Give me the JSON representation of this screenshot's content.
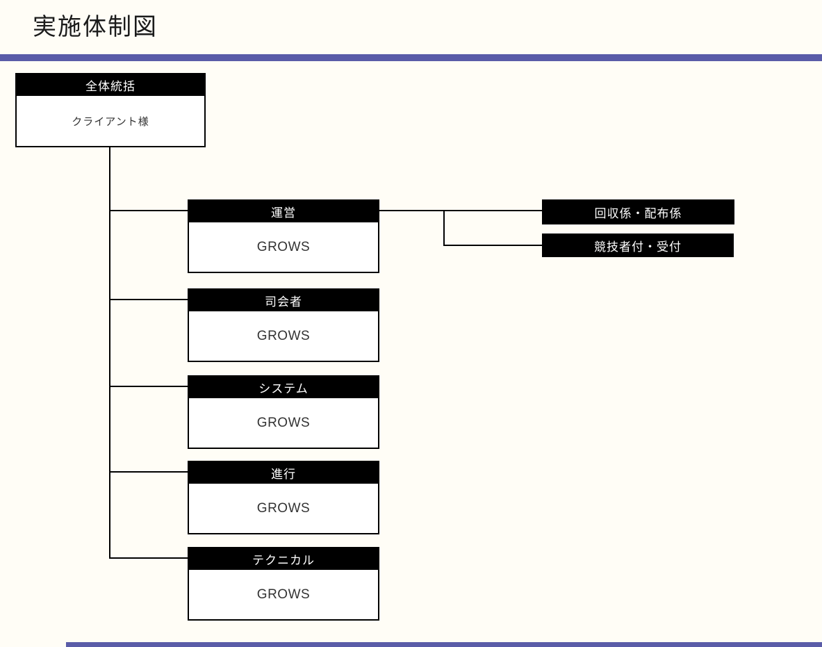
{
  "page": {
    "title": "実施体制図"
  },
  "colors": {
    "accent": "#5a5ca8",
    "box_header_bg": "#000000",
    "box_header_text": "#ffffff",
    "box_body_bg": "#ffffff",
    "box_body_text": "#333333",
    "background": "#fffdf6"
  },
  "chart": {
    "type": "org-chart",
    "root": {
      "header": "全体統括",
      "body": "クライアント様"
    },
    "departments": [
      {
        "header": "運営",
        "body": "GROWS"
      },
      {
        "header": "司会者",
        "body": "GROWS"
      },
      {
        "header": "システム",
        "body": "GROWS"
      },
      {
        "header": "進行",
        "body": "GROWS"
      },
      {
        "header": "テクニカル",
        "body": "GROWS"
      }
    ],
    "sub_roles": [
      {
        "label": "回収係・配布係",
        "parent": "運営"
      },
      {
        "label": "競技者付・受付",
        "parent": "運営"
      }
    ]
  }
}
